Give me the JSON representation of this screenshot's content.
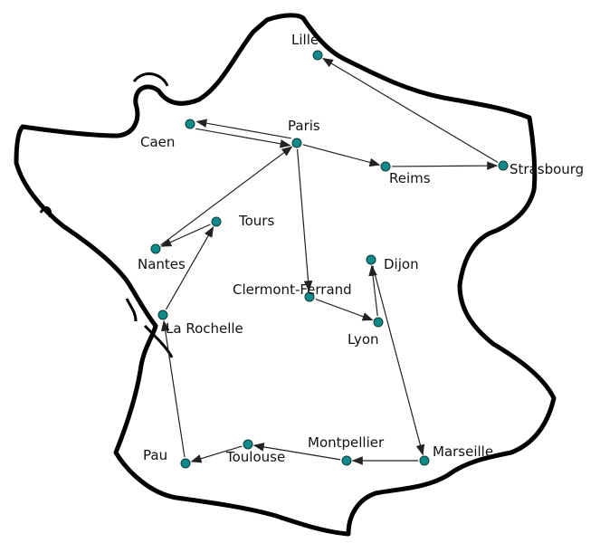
{
  "colors": {
    "city": "#0f8a88",
    "outline": "#000000",
    "arrow": "#222222"
  },
  "cities": [
    {
      "id": "lille",
      "name": "Lille"
    },
    {
      "id": "caen",
      "name": "Caen"
    },
    {
      "id": "paris",
      "name": "Paris"
    },
    {
      "id": "reims",
      "name": "Reims"
    },
    {
      "id": "strasbourg",
      "name": "Strasbourg"
    },
    {
      "id": "tours",
      "name": "Tours"
    },
    {
      "id": "nantes",
      "name": "Nantes"
    },
    {
      "id": "larochelle",
      "name": "La Rochelle"
    },
    {
      "id": "clermont",
      "name": "Clermont-Ferrand"
    },
    {
      "id": "dijon",
      "name": "Dijon"
    },
    {
      "id": "lyon",
      "name": "Lyon"
    },
    {
      "id": "marseille",
      "name": "Marseille"
    },
    {
      "id": "montpellier",
      "name": "Montpellier"
    },
    {
      "id": "toulouse",
      "name": "Toulouse"
    },
    {
      "id": "pau",
      "name": "Pau"
    }
  ],
  "routes": [
    [
      "caen",
      "paris"
    ],
    [
      "paris",
      "caen"
    ],
    [
      "paris",
      "reims"
    ],
    [
      "reims",
      "strasbourg"
    ],
    [
      "strasbourg",
      "lille"
    ],
    [
      "nantes",
      "paris"
    ],
    [
      "tours",
      "nantes"
    ],
    [
      "larochelle",
      "tours"
    ],
    [
      "paris",
      "clermont"
    ],
    [
      "clermont",
      "lyon"
    ],
    [
      "lyon",
      "dijon"
    ],
    [
      "dijon",
      "marseille"
    ],
    [
      "marseille",
      "montpellier"
    ],
    [
      "montpellier",
      "toulouse"
    ],
    [
      "toulouse",
      "pau"
    ],
    [
      "pau",
      "larochelle"
    ]
  ]
}
